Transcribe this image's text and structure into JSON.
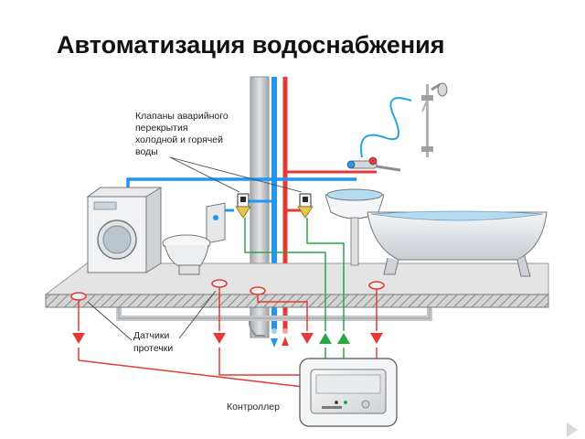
{
  "title": "Автоматизация водоснабжения",
  "labels": {
    "valves": [
      "Клапаны аварийного",
      "перекрытия",
      "холодной и горячей",
      "воды"
    ],
    "sensors": [
      "Датчики",
      "протечки"
    ],
    "controller": "Контроллер"
  },
  "colors": {
    "cold_water": "#2196f3",
    "hot_water": "#e53935",
    "sensor_wire": "#e53935",
    "valve_wire": "#28a745",
    "floor": "#c8c8c8",
    "riser": "#b9bcbf"
  },
  "icons": [
    "washing-machine-icon",
    "toilet-icon",
    "sink-icon",
    "bathtub-icon",
    "shower-icon",
    "mixer-faucet-icon",
    "valve-icon",
    "leak-sensor-icon",
    "controller-icon"
  ]
}
